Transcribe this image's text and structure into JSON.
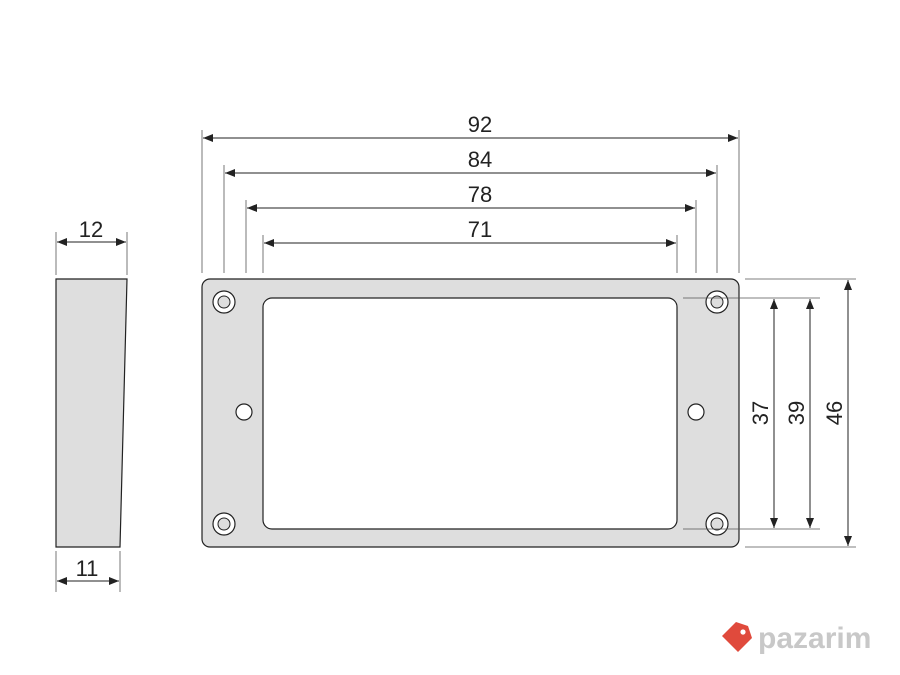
{
  "colors": {
    "part_fill": "#dedede",
    "line": "#222222",
    "logo": "#e04a3c",
    "logo_text": "#c8c8c8"
  },
  "dimensions": {
    "side_top": "12",
    "side_bottom": "11",
    "width_outer": "92",
    "width_holes": "84",
    "width_inner_outer": "78",
    "width_inner": "71",
    "height_inner": "37",
    "height_holes": "39",
    "height_outer": "46"
  },
  "watermark": {
    "text": "pazarim",
    "icon": "tag-icon"
  }
}
